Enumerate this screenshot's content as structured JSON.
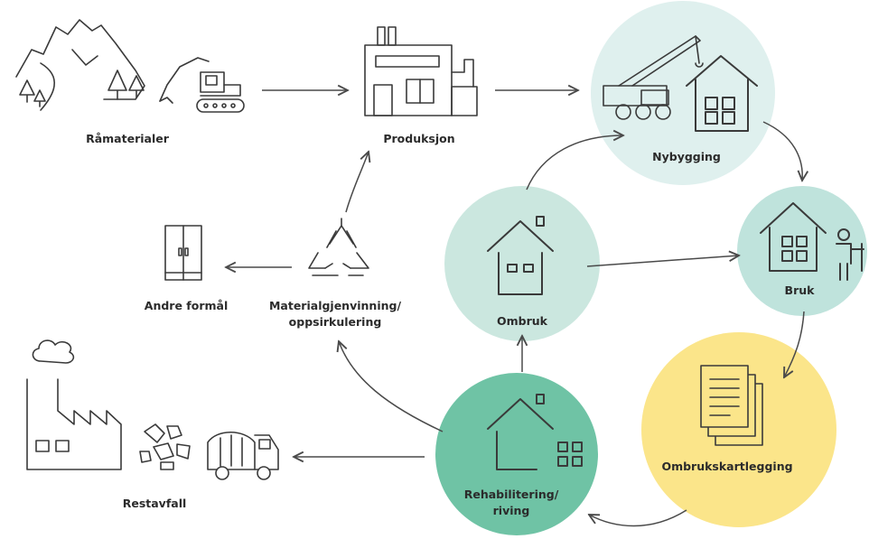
{
  "labels": {
    "ramaterialer": "Råmaterialer",
    "produksjon": "Produksjon",
    "nybygging": "Nybygging",
    "bruk": "Bruk",
    "ombruk": "Ombruk",
    "ombrukskartlegging": "Ombrukskartlegging",
    "rehabilitering_1": "Rehabilitering/",
    "rehabilitering_2": "riving",
    "materialgjenvinning_1": "Materialgjenvinning/",
    "materialgjenvinning_2": "oppsirkulering",
    "andre_formal": "Andre formål",
    "restavfall": "Restavfall"
  },
  "colors": {
    "nybygging_circle": "#dff0ee",
    "bruk_circle": "#bfe3dc",
    "ombruk_circle": "#cbe7df",
    "rehabilitering_circle": "#6fc3a5",
    "ombrukskartlegging_circle": "#fbe58a",
    "ink": "#3a3a3a"
  },
  "icons": [
    "mountains-trees-icon",
    "excavator-icon",
    "factory-production-icon",
    "crane-truck-icon",
    "new-house-icon",
    "house-person-icon",
    "house-open-icon",
    "documents-icon",
    "house-demolition-icon",
    "cabinet-icon",
    "recycle-icon",
    "industrial-factory-icon",
    "rubble-icon",
    "garbage-truck-icon"
  ]
}
